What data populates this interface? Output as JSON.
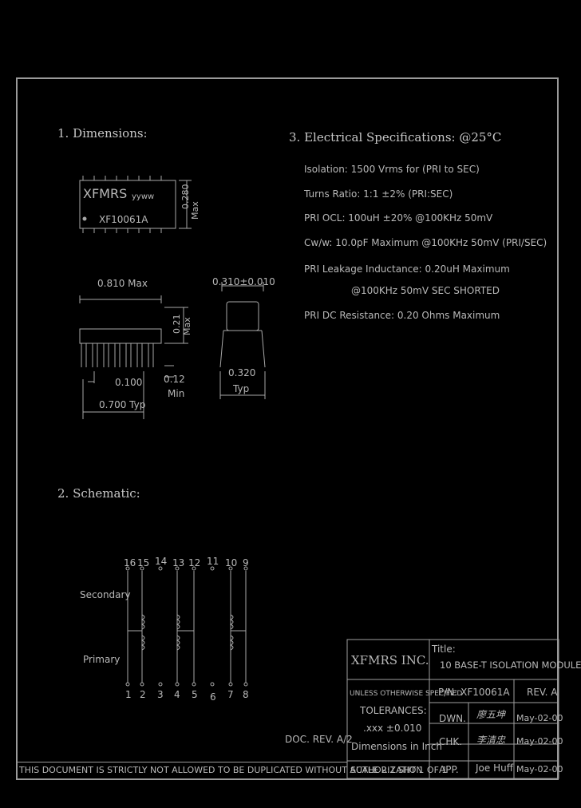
{
  "dimensions": {
    "heading": "1. Dimensions:",
    "chip_brand": "XFMRS",
    "chip_date": "yyww",
    "chip_part": "XF10061A",
    "height_max": "0.280",
    "height_max_unit": "Max",
    "length_label": "0.810 Max",
    "lead_height": "0.21",
    "lead_height_unit": "Max",
    "pitch": "0.100",
    "standoff": "0.12",
    "standoff_unit": "Min",
    "row_span": "0.700 Typ",
    "width_tol": "0.310±0.010",
    "lead_span": "0.320",
    "lead_span_unit": "Typ"
  },
  "electrical": {
    "heading": "3. Electrical   Specifications: @25°C",
    "lines": [
      "Isolation:  1500 Vrms for  (PRI to SEC)",
      "Turns Ratio: 1:1 ±2% (PRI:SEC)",
      "PRI OCL: 100uH ±20% @100KHz 50mV",
      "Cw/w: 10.0pF Maximum @100KHz 50mV (PRI/SEC)",
      "PRI Leakage Inductance: 0.20uH Maximum",
      "@100KHz 50mV SEC SHORTED",
      "PRI DC Resistance: 0.20 Ohms Maximum"
    ]
  },
  "schematic": {
    "heading": "2. Schematic:",
    "secondary_label": "Secondary",
    "primary_label": "Primary",
    "top_pins": [
      "16",
      "15",
      "14",
      "13",
      "12",
      "11",
      "10",
      "9"
    ],
    "bottom_pins": [
      "1",
      "2",
      "3",
      "4",
      "5",
      "6",
      "7",
      "8"
    ]
  },
  "doc_rev": "DOC. REV. A/2",
  "disclaimer": "THIS DOCUMENT IS STRICTLY NOT ALLOWED TO BE DUPLICATED WITHOUT AUTHORIZATION",
  "title_block": {
    "company": "XFMRS INC.",
    "title_label": "Title:",
    "title": "10 BASE-T ISOLATION MODULE",
    "unless": "UNLESS OTHERWISE SPECIFIED",
    "tolerances": "TOLERANCES:",
    "tol_value": ".xxx  ±0.010",
    "dims_in": "Dimensions in  Inch",
    "scale": "SCALE 2:1  SHT 1 OF 1",
    "pn": "P/N: XF10061A",
    "rev": "REV. A",
    "dwn_label": "DWN.",
    "dwn_name": "廖五坤",
    "dwn_date": "May-02-00",
    "chk_label": "CHK.",
    "chk_name": "李清忠",
    "chk_date": "May-02-00",
    "app_label": "APP.",
    "app_name": "Joe Huff",
    "app_date": "May-02-00"
  }
}
